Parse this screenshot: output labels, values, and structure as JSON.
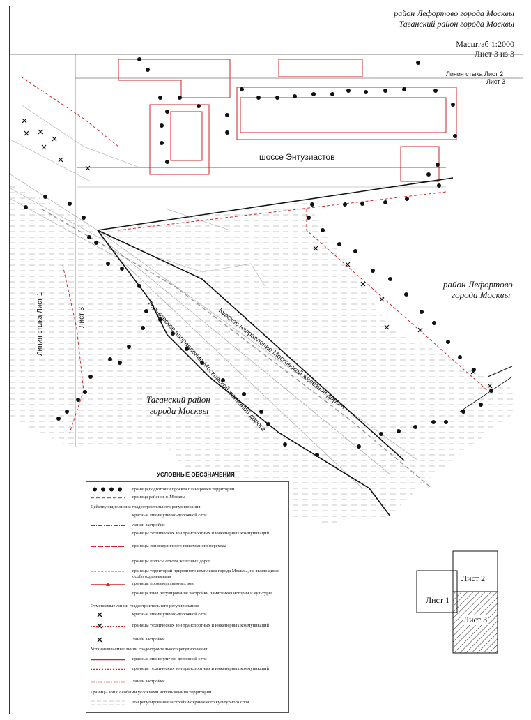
{
  "header": {
    "district_line1": "район Лефортово города Москвы",
    "district_line2": "Таганский район города Москвы",
    "scale": "Масштаб 1:2000",
    "sheet": "Лист 3 из 3"
  },
  "map": {
    "junction_top_line1": "Линия стыка Лист 2",
    "junction_top_line2": "Лист 3",
    "junction_left_line1": "Линия стыка Лист 1",
    "junction_left_line2": "Лист 3",
    "road_label": "шоссе Энтузиастов",
    "district_right_line1": "район Лефортово",
    "district_right_line2": "города Москвы",
    "district_left_line1": "Таганский район",
    "district_left_line2": "города Москвы",
    "rail_kursk": "Курское направление Московской железной дороги",
    "rail_gorky": "Горьковское направление Московской железной дороги",
    "colors": {
      "red_line": "#d2232a",
      "black_line": "#111111",
      "hatch": "#c8c8c8",
      "pink_lines": "#e7a4a8"
    }
  },
  "legend": {
    "title": "УСЛОВНЫЕ ОБОЗНАЧЕНИЯ",
    "items": [
      {
        "text": "граница подготовки проекта планировки территории"
      },
      {
        "text": "граница районов г. Москвы"
      },
      {
        "heading": "Действующие линии градостроительного регулирования:"
      },
      {
        "text": "красные линии улично-дорожной сети"
      },
      {
        "text": "линии застройки"
      },
      {
        "text": "границы технических зон транспортных и инженерных коммуникаций"
      },
      {
        "text": "границы зон внеуличного пешеходного перехода"
      },
      {
        "text": "границы полосы отвода железных дорог"
      },
      {
        "text": "границы территорий природного комплекса города Москвы, не являющиеся особо охраняемыми"
      },
      {
        "text": "границы производственных зон"
      },
      {
        "text": "граница зоны регулирования застройки памятников истории и культуры"
      },
      {
        "heading": "Отменяемые линии градостроительного регулирования:"
      },
      {
        "text": "красные линии улично-дорожной сети"
      },
      {
        "text": "границы технических зон транспортных и инженерных коммуникаций"
      },
      {
        "text": "линии застройки"
      },
      {
        "heading": "Устанавливаемые линии градостроительного регулирования:"
      },
      {
        "text": "красные линии улично-дорожной сети"
      },
      {
        "text": "границы технических зон транспортных и инженерных коммуникаций"
      },
      {
        "text": "линии застройки"
      },
      {
        "heading": "Границы зон с особыми условиями использования территории"
      },
      {
        "text": "зон регулирования застройки/охраняемого культурного слоя"
      }
    ]
  },
  "keymap": {
    "sheet1": "Лист 1",
    "sheet2": "Лист 2",
    "sheet3": "Лист 3"
  }
}
